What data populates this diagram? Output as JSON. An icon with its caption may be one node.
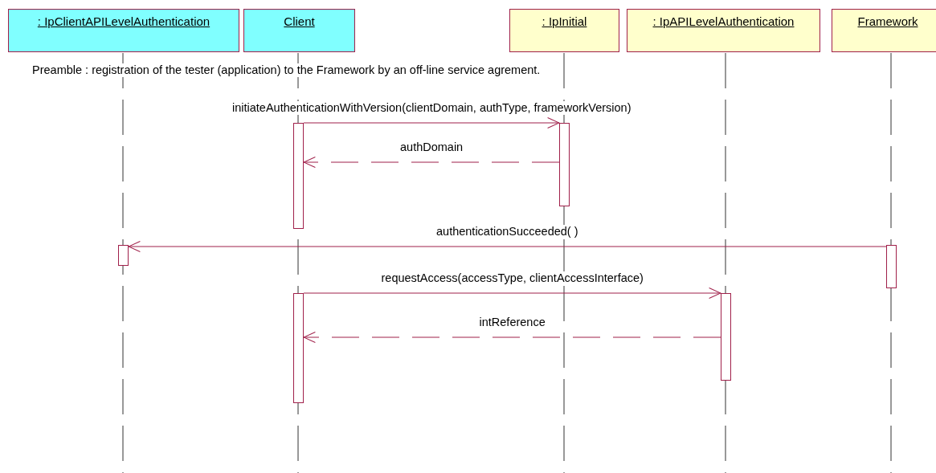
{
  "diagram": {
    "nodes": [
      {
        "text": [
          ": IpClientAPILevelAuthentication"
        ]
      },
      {
        "text": [
          "Client"
        ]
      },
      {
        "text": [
          ": IpInitial"
        ]
      },
      {
        "text": [
          ": IpAPILevelAuthentication"
        ]
      },
      {
        "text": [
          "Framework"
        ]
      },
      {
        "text": [],
        "shape": "bar"
      },
      {
        "text": [],
        "shape": "bar"
      },
      {
        "text": [],
        "shape": "bar"
      },
      {
        "text": [],
        "shape": "bar"
      },
      {
        "text": [],
        "shape": "bar"
      },
      {
        "text": [],
        "shape": "bar"
      }
    ],
    "edges": [
      {
        "from": 5,
        "to": 6,
        "arrow": "to",
        "label": "initiateAuthenticationWithVersion(clientDomain, authType, frameworkVersion)"
      },
      {
        "from": 6,
        "to": 5,
        "arrow": "to",
        "label": "authDomain",
        "style": "dashed"
      },
      {
        "from": 8,
        "to": 7,
        "arrow": "to",
        "label": "authenticationSucceeded( )"
      },
      {
        "from": 9,
        "to": 10,
        "arrow": "to",
        "label": "requestAccess(accessType, clientAccessInterface)"
      },
      {
        "from": 10,
        "to": 9,
        "arrow": "to",
        "label": "intReference",
        "style": "dashed"
      }
    ],
    "labels": [
      "Preamble : registration of the tester (application) to the Framework by an off-line service agrement."
    ]
  }
}
